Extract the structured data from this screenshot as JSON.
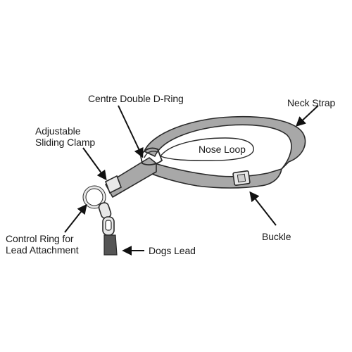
{
  "labels": {
    "centre_d_ring": "Centre Double D-Ring",
    "neck_strap": "Neck Strap",
    "adjustable_sliding_clamp": [
      "Adjustable",
      "Sliding Clamp"
    ],
    "nose_loop": "Nose Loop",
    "control_ring": [
      "Control Ring for",
      "Lead Attachment"
    ],
    "dogs_lead": "Dogs Lead",
    "buckle": "Buckle"
  },
  "colors": {
    "strap_fill": "#a8a8a8",
    "strap_outline": "#2a2a2a",
    "metal_fill": "#e8e8e8",
    "lead_fill": "#555555",
    "arrow": "#111111"
  }
}
